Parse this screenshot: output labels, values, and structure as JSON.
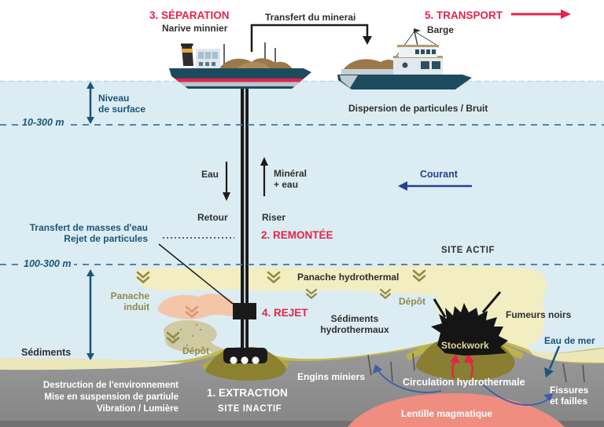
{
  "colors": {
    "accent_red": "#e5234a",
    "label_dark": "#2f2f2f",
    "label_teal": "#19567a",
    "label_navy": "#24418e",
    "label_olive": "#8f8a4a",
    "label_white": "#ffffff",
    "water": "#dcecf3",
    "plume_yellow": "#f2eec2",
    "plume_induced": "#f4c6a8",
    "sediment_yellow": "#c3b94d",
    "rock_gray": "#919191",
    "magma_pink": "#ef8d81",
    "hull_teal": "#1d4b5e"
  },
  "steps": {
    "separation": {
      "num_label": "3. SÉPARATION",
      "sub": "Narive minnier"
    },
    "transport": {
      "num_label": "5. TRANSPORT",
      "sub": "Barge"
    },
    "remontee": {
      "num_label": "2. REMONTÉE"
    },
    "rejet": {
      "num_label": "4. REJET"
    },
    "extraction": {
      "num_label": "1. EXTRACTION",
      "sub": "SITE INACTIF"
    }
  },
  "depth_markers": {
    "surface": "10-300 m",
    "bottom": "100-300 m"
  },
  "labels": {
    "transfert_minerai": "Transfert du minerai",
    "niveau_surface": "Niveau\nde surface",
    "dispersion": "Dispersion de particules / Bruit",
    "eau": "Eau",
    "mineral_eau": "Minéral\n+ eau",
    "courant": "Courant",
    "retour": "Retour",
    "riser": "Riser",
    "transfert_masses": "Transfert de masses d'eau\nRejet de particules",
    "site_actif": "SITE ACTIF",
    "panache_hydrothermal": "Panache hydrothermal",
    "panache_induit": "Panache\ninduit",
    "depot_haut": "Dépôt",
    "depot_bas": "Dépôt",
    "sediments_hydrothermaux": "Sédiments\nhydrothermaux",
    "fumeurs_noirs": "Fumeurs noirs",
    "eau_de_mer": "Eau de mer",
    "sediments": "Sédiments",
    "stockwork": "Stockwork",
    "engins_miniers": "Engins miniers",
    "circulation": "Circulation hydrothermale",
    "fissures": "Fissures\net failles",
    "lentille": "Lentille magmatique",
    "impacts": "Destruction de l'environnement\nMise en suspension de partiule\nVibration / Lumière"
  }
}
